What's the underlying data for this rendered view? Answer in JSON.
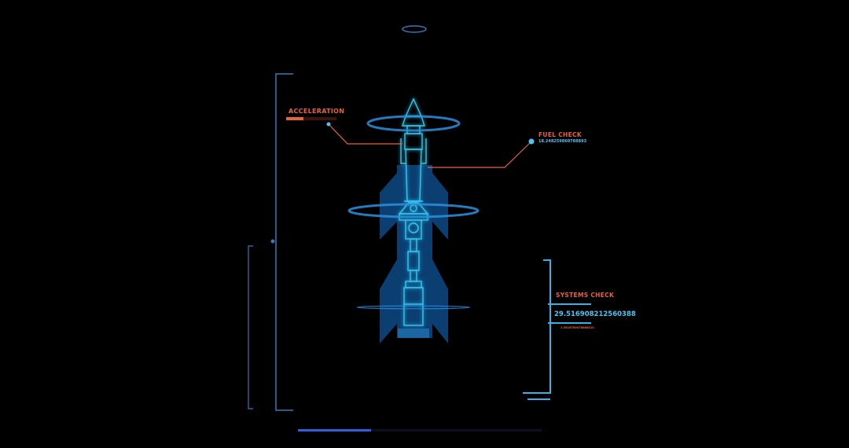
{
  "hud": {
    "acceleration": {
      "label": "ACCELERATION",
      "progress_percent": 35,
      "color": "#e5633f"
    },
    "fuel_check": {
      "label": "FUEL CHECK",
      "value": "18.248259860788893",
      "label_color": "#e5633f",
      "value_color": "#4fc3f0"
    },
    "systems_check": {
      "label": "SYSTEMS CHECK",
      "value": "29.516908212560388",
      "sub_value": "1.5616789478886410",
      "label_color": "#e5633f",
      "value_color": "#4fc3f0"
    },
    "bottom_progress": {
      "progress_percent": 30,
      "fill_color": "#2f5fe0",
      "track_color": "#0b1020"
    }
  },
  "colors": {
    "background": "#000000",
    "bracket": "#3a78b8",
    "hologram": "#33c7ef",
    "hologram_fill": "#0e4a86",
    "leader_line": "#e5633f"
  }
}
